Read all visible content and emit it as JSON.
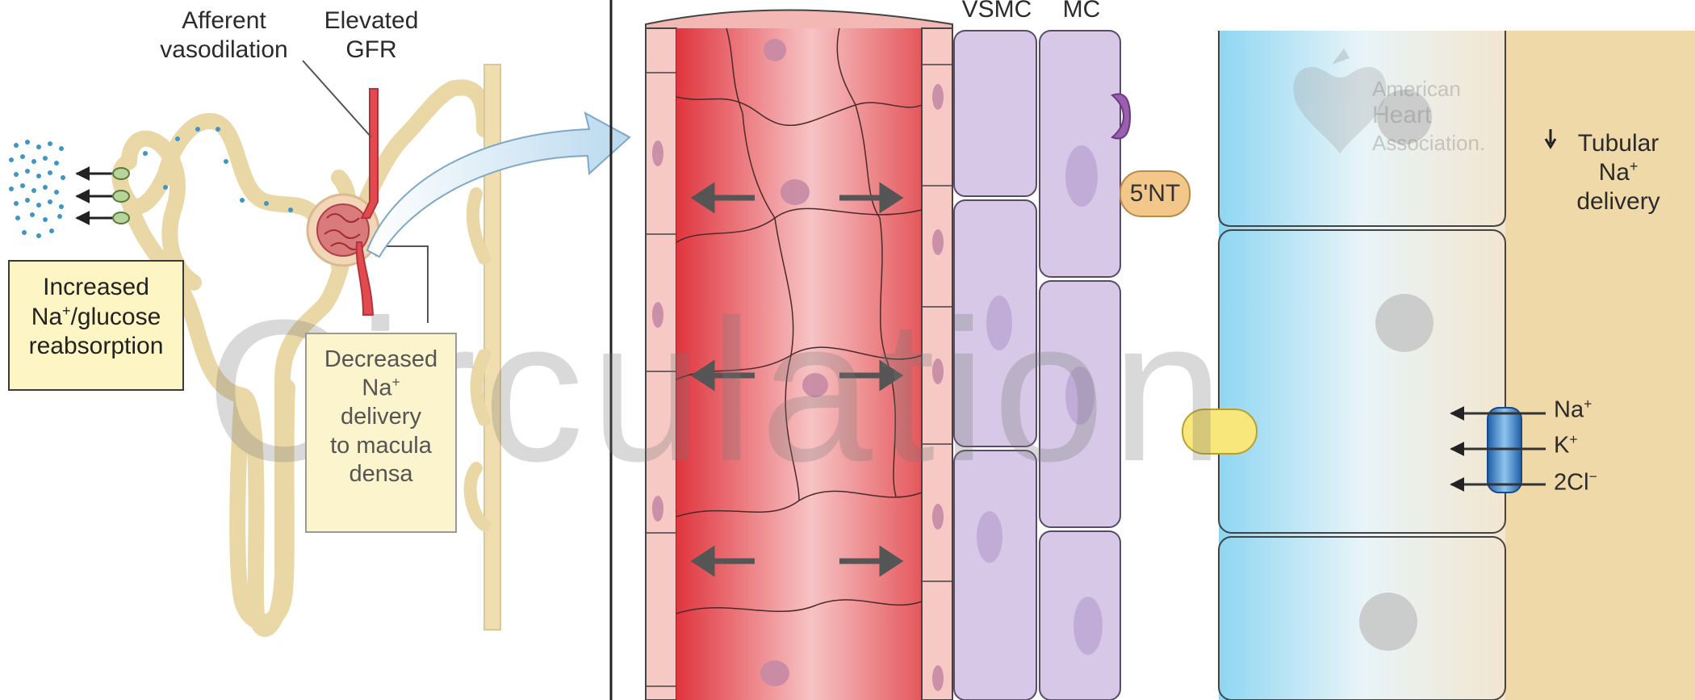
{
  "labels": {
    "afferent": "Afferent\nvasodilation",
    "elevated_gfr": "Elevated\nGFR",
    "increased": {
      "line1": "Increased",
      "line2_a": "Na",
      "line2_sup": "+",
      "line2_b": "/glucose",
      "line3": "reabsorption"
    },
    "decreased": {
      "line1": "Decreased",
      "line2_a": "Na",
      "line2_sup": "+",
      "line3": "delivery",
      "line4": "to macula",
      "line5": "densa"
    },
    "vsmc": "VSMC",
    "mc": "MC",
    "nt5": "5'NT",
    "tubular": {
      "line1": "Tubular",
      "line2_a": "Na",
      "line2_sup": "+",
      "line3": "delivery"
    },
    "na": "Na",
    "na_sup": "+",
    "k": "K",
    "k_sup": "+",
    "cl": "2Cl",
    "cl_sup": "−"
  },
  "watermark": {
    "text": "Circulation",
    "aha_line1": "American",
    "aha_line2": "Heart",
    "aha_line3": "Association."
  },
  "colors": {
    "vessel_red": "#e8545a",
    "vsmc_purple": "#d6c8e6",
    "label_box": "#fdf6c4",
    "tubule_tan": "#f0d9a8",
    "transporter_blue": "#3f7fc6"
  }
}
